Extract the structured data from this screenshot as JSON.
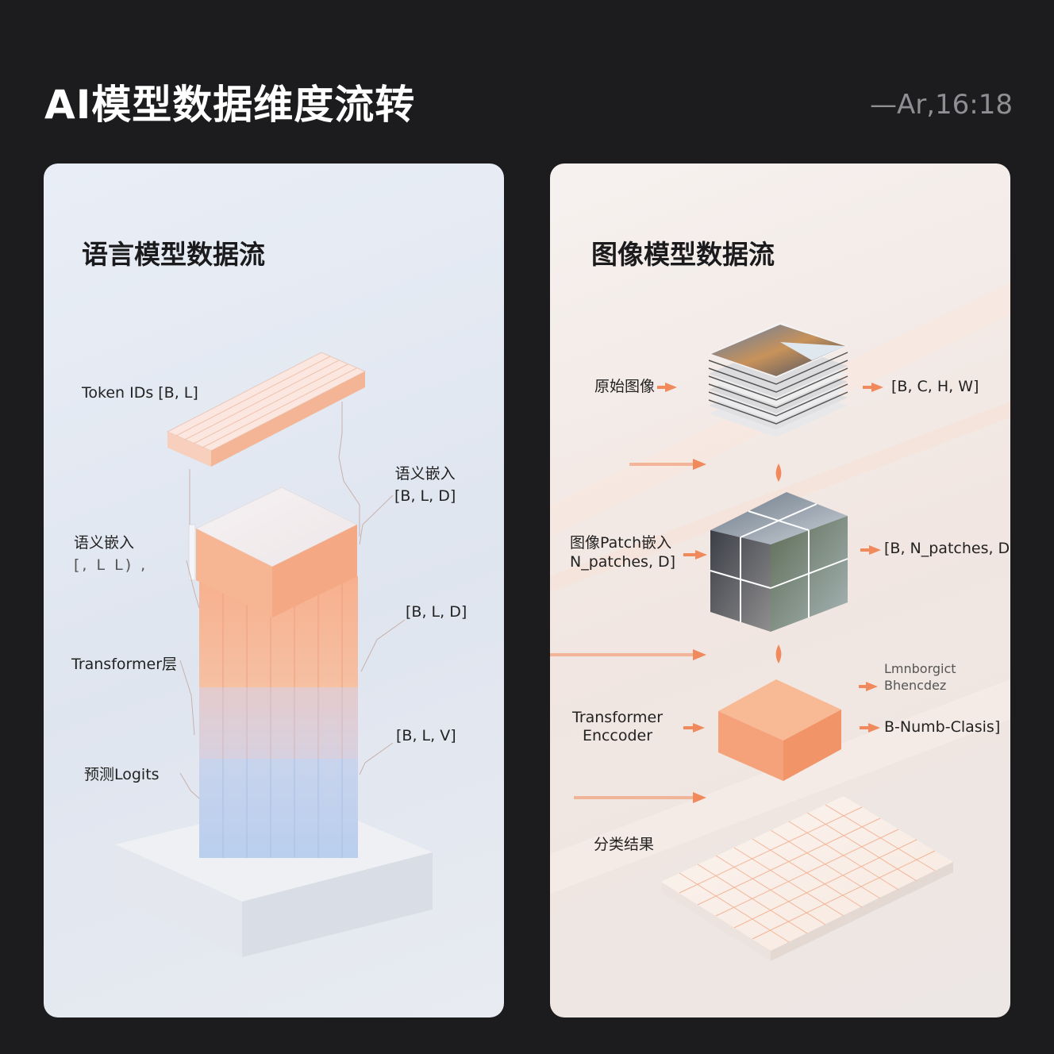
{
  "header": {
    "title": "AI模型数据维度流转",
    "ratio": "—Ar,16:18"
  },
  "left_panel": {
    "title": "语言模型数据流",
    "labels": {
      "token_ids": "Token IDs [B, L]",
      "semantic_embed_right_1": "语义嵌入",
      "semantic_embed_right_2": "[B, L, D]",
      "semantic_embed_left_1": "语义嵌入",
      "semantic_embed_left_2": "[, L L) ,",
      "bld": "[B, L, D]",
      "transformer": "Transformer层",
      "blv": "[B, L, V]",
      "logits": "预测Logits"
    }
  },
  "right_panel": {
    "title": "图像模型数据流",
    "labels": {
      "raw_image": "原始图像",
      "bchw": "[B, C, H, W]",
      "patch_embed_1": "图像Patch嵌入",
      "patch_embed_2": "N_patches, D]",
      "patch_shape": "[B, N_patches, D]",
      "blur_1": "Lmnborgict",
      "blur_2": "Bhencdez",
      "transformer_1": "Transformer",
      "transformer_2": "Enccoder",
      "classes": "B-Numb-Clasis]",
      "result": "分类结果"
    }
  },
  "colors": {
    "accent_orange": "#f4a27c",
    "accent_blue": "#bccfeb",
    "arrow": "#f08a5d"
  }
}
